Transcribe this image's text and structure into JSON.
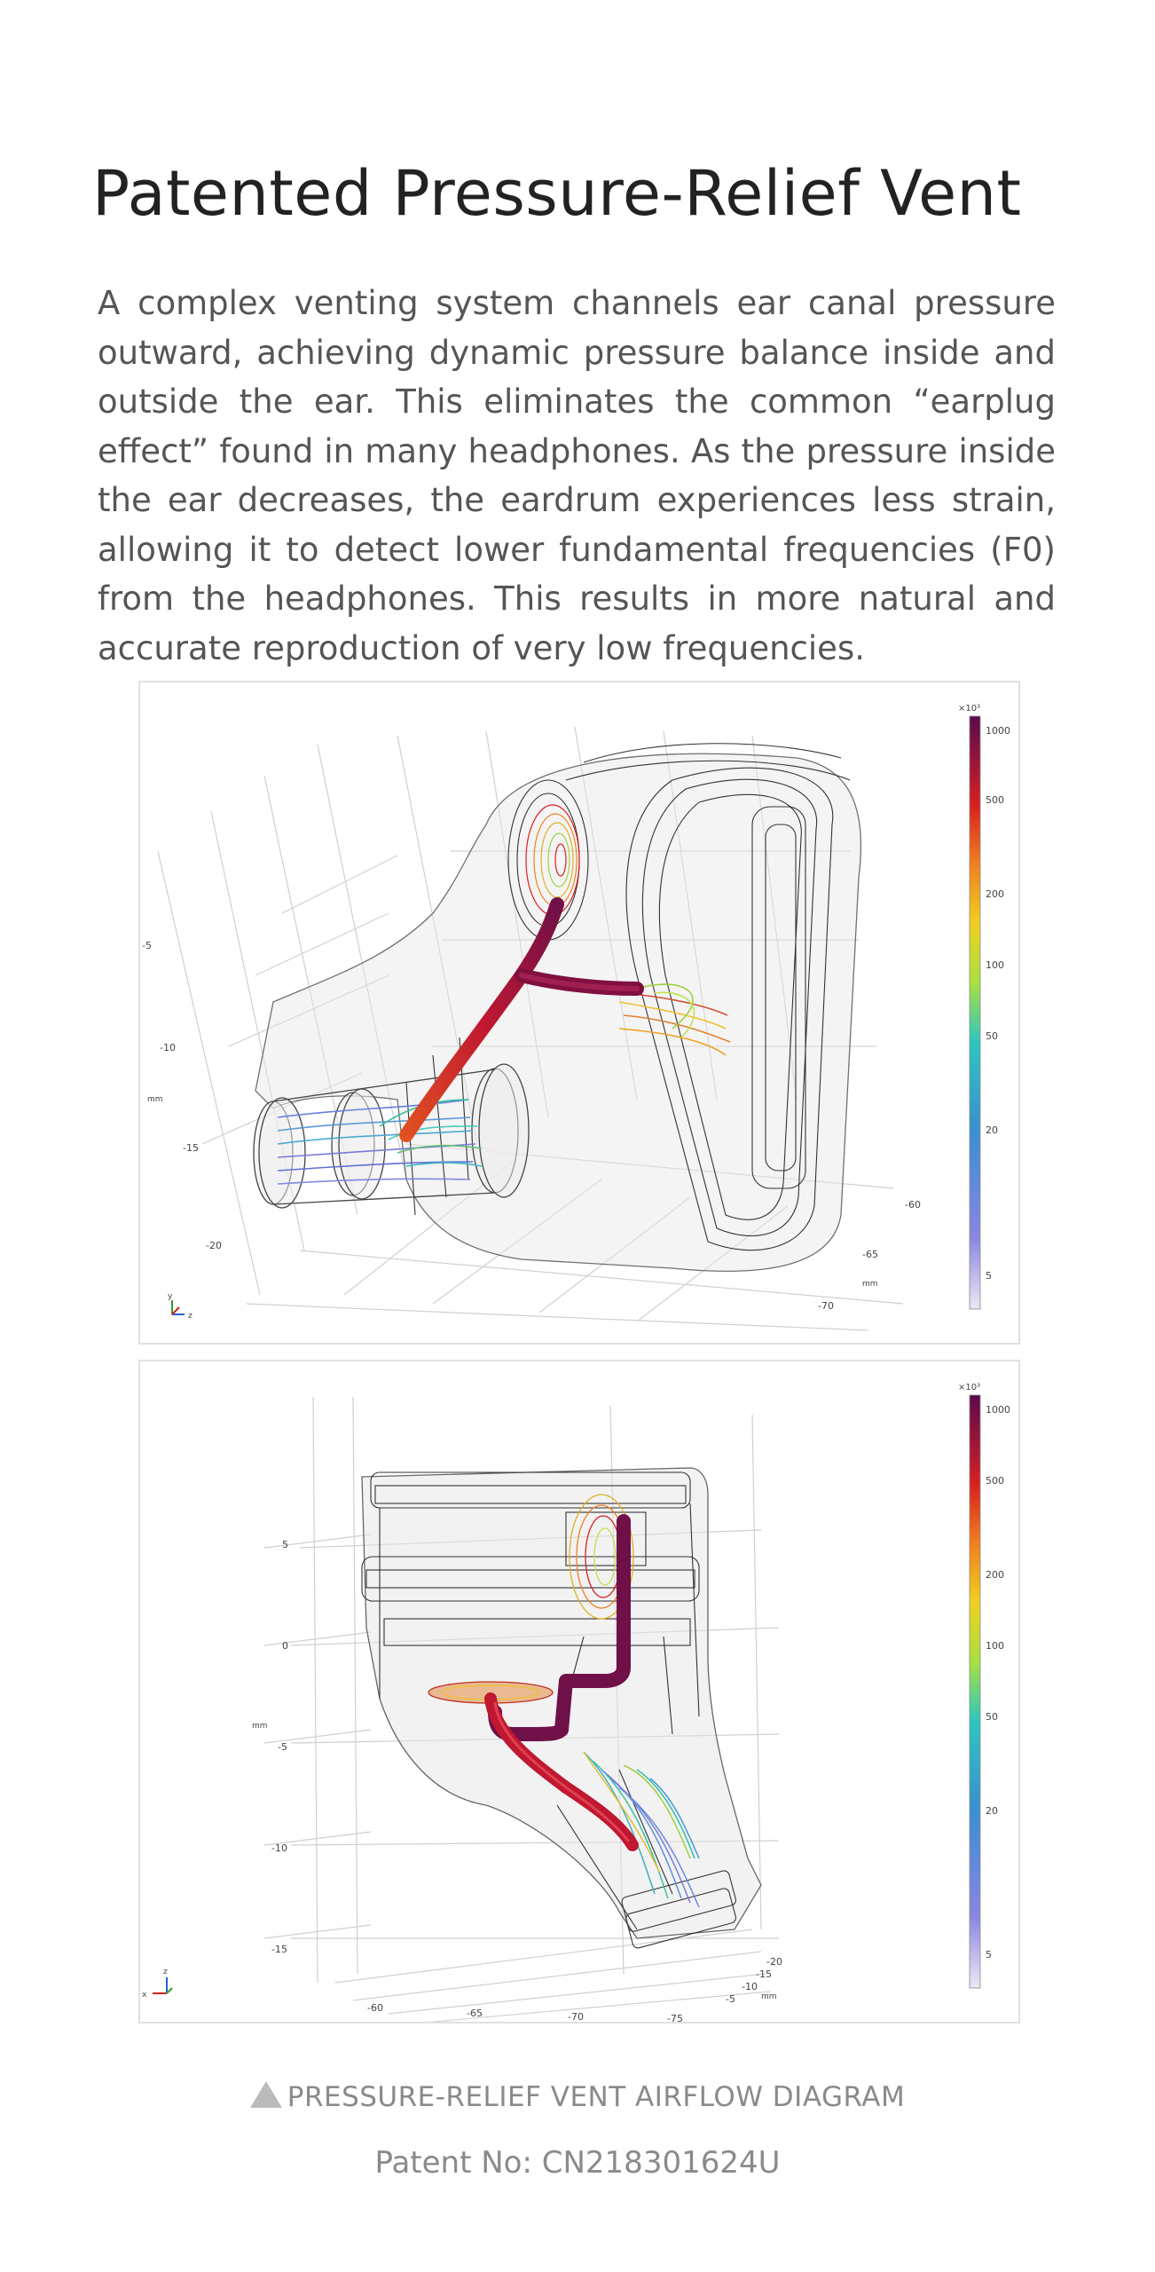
{
  "title": "Patented Pressure-Relief Vent",
  "body": "A complex venting system channels ear canal pressure outward, achieving dynamic pressure balance inside and outside the ear. This eliminates the common “earplug effect” found in many headphones. As the pressure inside the ear decreases, the eardrum experiences less strain, allowing it to detect lower fundamental frequencies (F0) from the headphones. This results in more natural and accurate reproduction of very low frequencies.",
  "figure1": {
    "colorbar_exponent": "×10³",
    "colorbar_ticks": [
      "1000",
      "500",
      "200",
      "100",
      "50",
      "20",
      "5"
    ],
    "y_axis_ticks": [
      "-5",
      "-10",
      "-15",
      "-20"
    ],
    "z_axis_ticks": [
      "-60",
      "-65",
      "-70"
    ],
    "unit": "mm",
    "triad_labels": [
      "y",
      "z"
    ]
  },
  "figure2": {
    "colorbar_exponent": "×10³",
    "colorbar_ticks": [
      "1000",
      "500",
      "200",
      "100",
      "50",
      "20",
      "5"
    ],
    "z_axis_ticks": [
      "5",
      "0",
      "-5",
      "-10",
      "-15"
    ],
    "x_axis_ticks": [
      "-60",
      "-65",
      "-70",
      "-75"
    ],
    "y_axis_ticks": [
      "-20",
      "-15",
      "-10",
      "-5"
    ],
    "unit": "mm",
    "triad_labels": [
      "z",
      "x"
    ]
  },
  "caption": "PRESSURE-RELIEF VENT AIRFLOW DIAGRAM",
  "patent": "Patent No: CN218301624U",
  "colors": {
    "heading": "#222222",
    "body": "#555555",
    "caption": "#8a8a8a",
    "flow_high": "#7a0a3a",
    "flow_mid": "#e63b1c",
    "flow_low": "#5b7fd6"
  }
}
